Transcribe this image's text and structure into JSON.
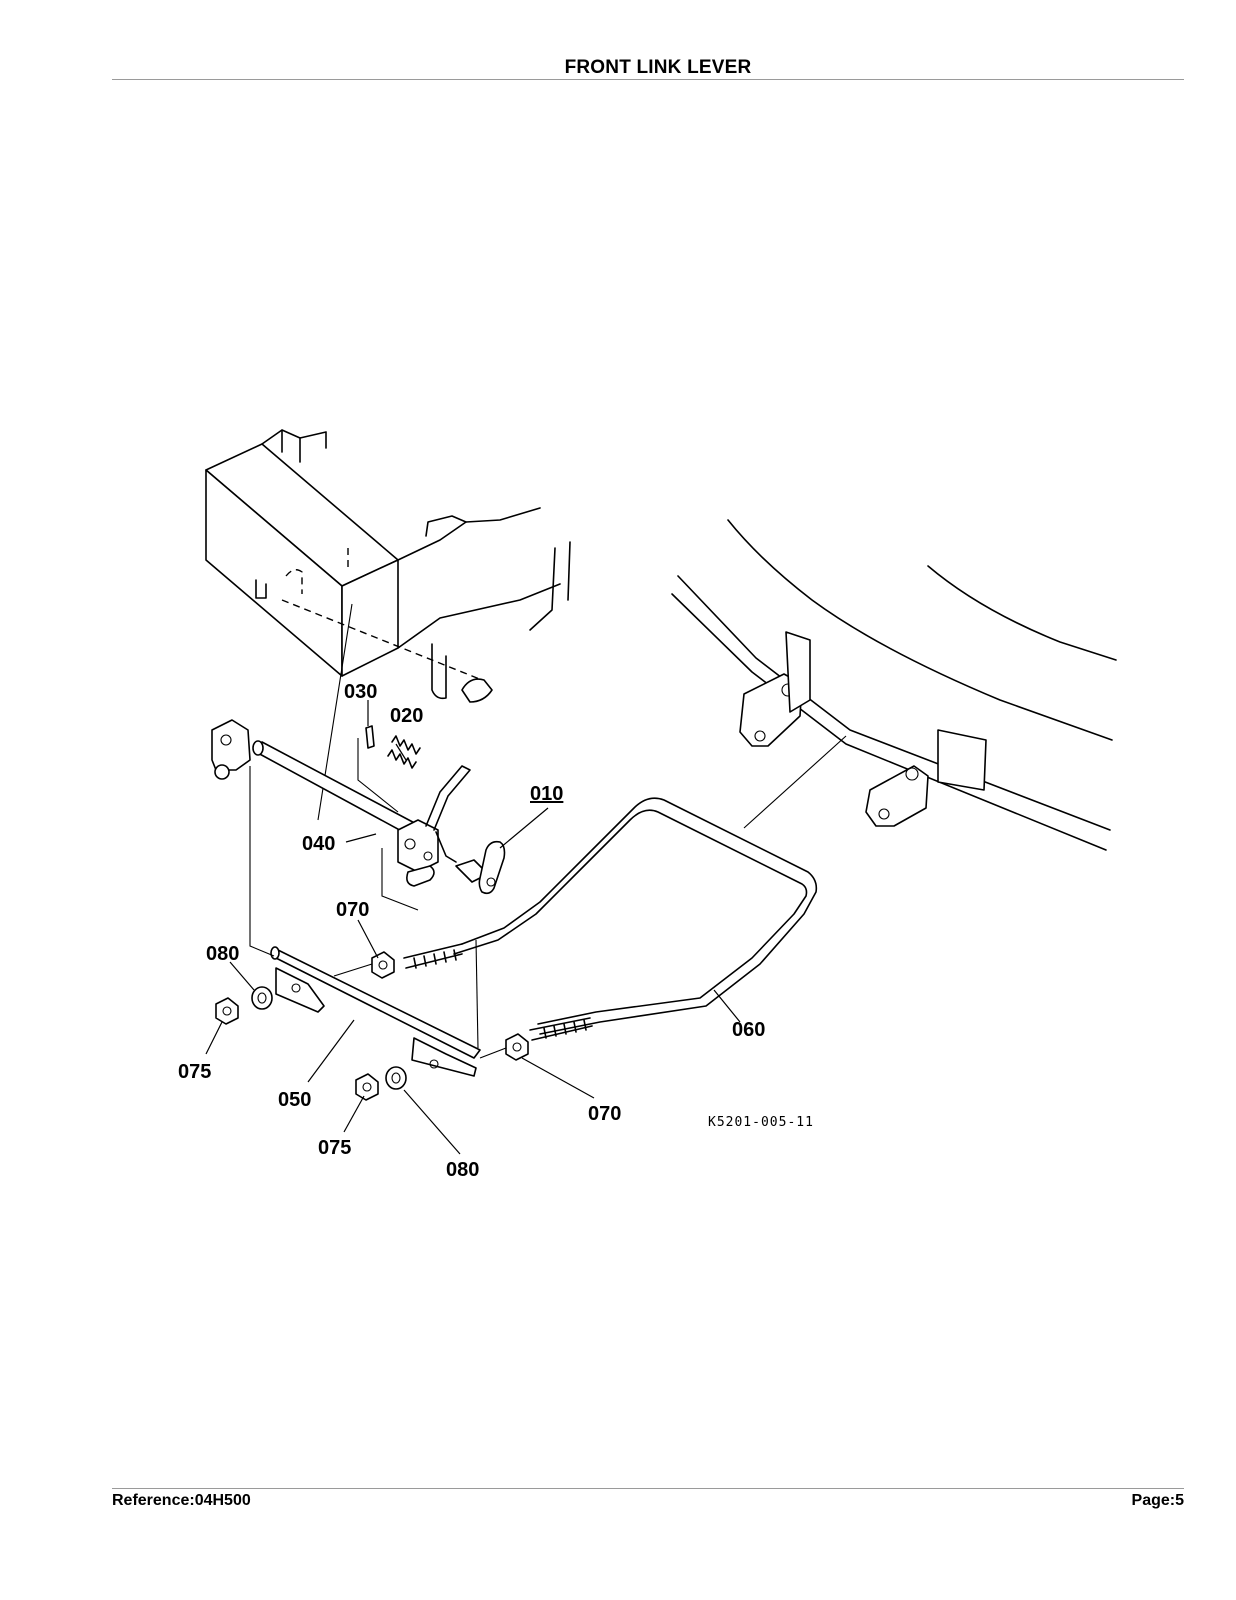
{
  "header": {
    "title": "FRONT LINK LEVER"
  },
  "footer": {
    "reference": "Reference:04H500",
    "page": "Page:5"
  },
  "diagram": {
    "drawing_code": "K5201-005-11",
    "callouts": {
      "p010": "010",
      "p020": "020",
      "p030": "030",
      "p040": "040",
      "p050": "050",
      "p060": "060",
      "p070_upper": "070",
      "p070_lower": "070",
      "p075_left": "075",
      "p075_lower": "075",
      "p080_left": "080",
      "p080_lower": "080"
    }
  }
}
